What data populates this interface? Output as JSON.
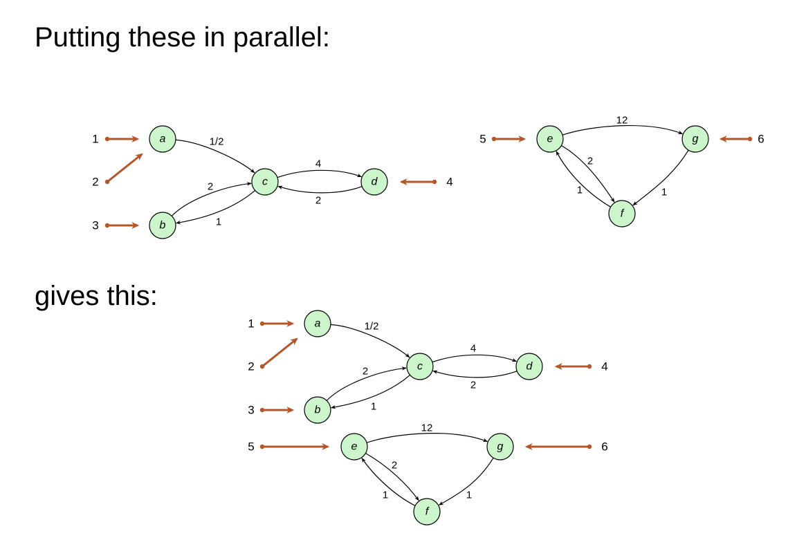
{
  "headings": {
    "top": "Putting these in parallel:",
    "bottom": "gives this:"
  },
  "colors": {
    "node_fill": "#ccf5cc",
    "port_arrow": "#b5562a"
  },
  "diagrams": [
    {
      "id": "top-left",
      "nodes": [
        {
          "id": "a",
          "label": "a"
        },
        {
          "id": "b",
          "label": "b"
        },
        {
          "id": "c",
          "label": "c"
        },
        {
          "id": "d",
          "label": "d"
        }
      ],
      "edges": [
        {
          "from": "a",
          "to": "c",
          "label": "1/2"
        },
        {
          "from": "b",
          "to": "c",
          "label": "2"
        },
        {
          "from": "c",
          "to": "b",
          "label": "1"
        },
        {
          "from": "c",
          "to": "d",
          "label": "4"
        },
        {
          "from": "d",
          "to": "c",
          "label": "2"
        }
      ],
      "ports": [
        {
          "label": "1",
          "target": "a"
        },
        {
          "label": "2",
          "target": "a"
        },
        {
          "label": "3",
          "target": "b"
        },
        {
          "label": "4",
          "target": "d"
        }
      ]
    },
    {
      "id": "top-right",
      "nodes": [
        {
          "id": "e",
          "label": "e"
        },
        {
          "id": "f",
          "label": "f"
        },
        {
          "id": "g",
          "label": "g"
        }
      ],
      "edges": [
        {
          "from": "e",
          "to": "g",
          "label": "12"
        },
        {
          "from": "e",
          "to": "f",
          "label": "2"
        },
        {
          "from": "f",
          "to": "e",
          "label": "1"
        },
        {
          "from": "g",
          "to": "f",
          "label": "1"
        }
      ],
      "ports": [
        {
          "label": "5",
          "target": "e"
        },
        {
          "label": "6",
          "target": "g"
        }
      ]
    },
    {
      "id": "bottom",
      "nodes": [
        {
          "id": "a",
          "label": "a"
        },
        {
          "id": "b",
          "label": "b"
        },
        {
          "id": "c",
          "label": "c"
        },
        {
          "id": "d",
          "label": "d"
        },
        {
          "id": "e",
          "label": "e"
        },
        {
          "id": "f",
          "label": "f"
        },
        {
          "id": "g",
          "label": "g"
        }
      ],
      "edges": [
        {
          "from": "a",
          "to": "c",
          "label": "1/2"
        },
        {
          "from": "b",
          "to": "c",
          "label": "2"
        },
        {
          "from": "c",
          "to": "b",
          "label": "1"
        },
        {
          "from": "c",
          "to": "d",
          "label": "4"
        },
        {
          "from": "d",
          "to": "c",
          "label": "2"
        },
        {
          "from": "e",
          "to": "g",
          "label": "12"
        },
        {
          "from": "e",
          "to": "f",
          "label": "2"
        },
        {
          "from": "f",
          "to": "e",
          "label": "1"
        },
        {
          "from": "g",
          "to": "f",
          "label": "1"
        }
      ],
      "ports": [
        {
          "label": "1",
          "target": "a"
        },
        {
          "label": "2",
          "target": "a"
        },
        {
          "label": "3",
          "target": "b"
        },
        {
          "label": "4",
          "target": "d"
        },
        {
          "label": "5",
          "target": "e"
        },
        {
          "label": "6",
          "target": "g"
        }
      ]
    }
  ]
}
